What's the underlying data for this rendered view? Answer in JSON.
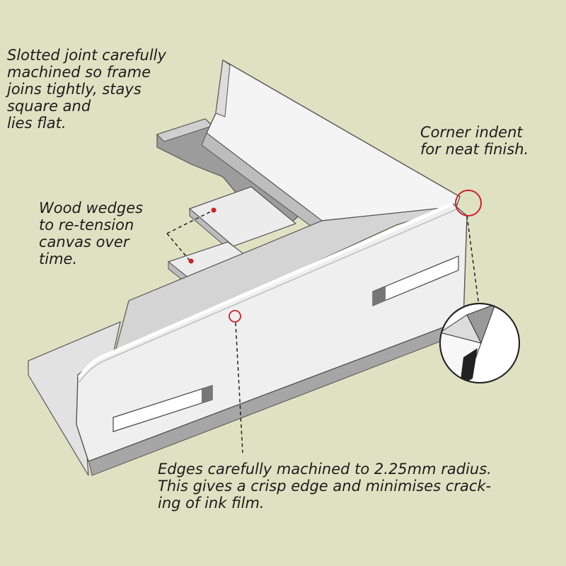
{
  "labels": {
    "slotted_joint": "Slotted joint carefully\nmachined so frame\njoins tightly, stays\nsquare and\nlies flat.",
    "corner_indent": "Corner indent\nfor neat finish.",
    "wood_wedges": "Wood wedges\nto re-tension\ncanvas over\ntime.",
    "edges": "Edges carefully machined to 2.25mm radius.\nThis gives a crisp edge and minimises crack-\ning of ink film."
  },
  "colors": {
    "background": "#dfe2c2",
    "frame_light": "#f2f2f2",
    "frame_mid": "#d9d9d9",
    "frame_shadow": "#a9a9a9",
    "marker": "#d0202a",
    "text": "#1c1c1c"
  }
}
